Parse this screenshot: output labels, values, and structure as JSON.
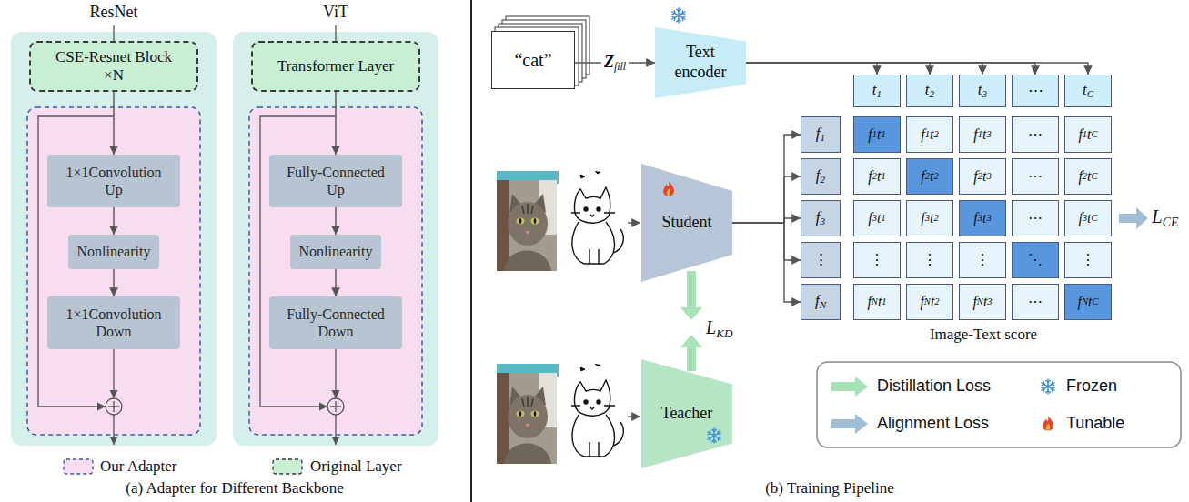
{
  "diagram": {
    "nodes": [
      {
        "text": [
          "ResNet"
        ]
      },
      {
        "text": [
          "CSE-Resnet Block ×N"
        ],
        "in": 0
      },
      {
        "text": [
          "1×1Convolution Up"
        ],
        "in": 0
      },
      {
        "text": [
          "Nonlinearity"
        ],
        "in": 0
      },
      {
        "text": [
          "1×1Convolution Down"
        ],
        "in": 0
      },
      {
        "text": [
          "ViT"
        ]
      },
      {
        "text": [
          "Transformer Layer"
        ],
        "in": 5
      },
      {
        "text": [
          "Fully-Connected Up"
        ],
        "in": 5
      },
      {
        "text": [
          "Nonlinearity"
        ],
        "in": 5
      },
      {
        "text": [
          "Fully-Connected Down"
        ],
        "in": 5
      },
      {
        "text": [
          "“cat”"
        ]
      },
      {
        "text": [
          "Text encoder"
        ]
      },
      {
        "text": [
          "t1"
        ]
      },
      {
        "text": [
          "t2"
        ]
      },
      {
        "text": [
          "t3"
        ]
      },
      {
        "text": [
          "⋯"
        ]
      },
      {
        "text": [
          "tC"
        ]
      },
      {
        "text": [
          "Student"
        ]
      },
      {
        "text": [
          "f1"
        ]
      },
      {
        "text": [
          "f2"
        ]
      },
      {
        "text": [
          "f3"
        ]
      },
      {
        "text": [
          "⋮"
        ]
      },
      {
        "text": [
          "fN"
        ]
      },
      {
        "text": [
          "Teacher"
        ]
      }
    ],
    "edges": [
      {
        "from": 1,
        "to": 2,
        "arrow": "to"
      },
      {
        "from": 2,
        "to": 3,
        "arrow": "to"
      },
      {
        "from": 3,
        "to": 4,
        "arrow": "to"
      },
      {
        "from": 6,
        "to": 7,
        "arrow": "to"
      },
      {
        "from": 7,
        "to": 8,
        "arrow": "to"
      },
      {
        "from": 8,
        "to": 9,
        "arrow": "to"
      },
      {
        "from": 10,
        "to": 11,
        "arrow": "to",
        "label": "Zfill"
      },
      {
        "from": 11,
        "to": 12,
        "arrow": "to"
      },
      {
        "from": 11,
        "to": 13,
        "arrow": "to"
      },
      {
        "from": 11,
        "to": 14,
        "arrow": "to"
      },
      {
        "from": 11,
        "to": 15,
        "arrow": "to"
      },
      {
        "from": 11,
        "to": 16,
        "arrow": "to"
      },
      {
        "from": 17,
        "to": 18,
        "arrow": "to"
      },
      {
        "from": 17,
        "to": 19,
        "arrow": "to"
      },
      {
        "from": 17,
        "to": 20,
        "arrow": "to"
      },
      {
        "from": 17,
        "to": 21,
        "arrow": "to"
      },
      {
        "from": 17,
        "to": 22,
        "arrow": "to"
      }
    ],
    "labels": [
      "(a) Adapter for Different Backbone",
      "(b) Training Pipeline",
      "LKD",
      "Image-Text score",
      "LCE",
      "f1t1",
      "f1t2",
      "f1t3",
      "⋯",
      "f1tC",
      "f2t1",
      "f2t2",
      "f2t3",
      "⋯",
      "f2tC",
      "f3t1",
      "f3t2",
      "f3t3",
      "⋯",
      "f3tC",
      "⋮",
      "⋮",
      "⋮",
      "⋱",
      "⋮",
      "fNt1",
      "fNt2",
      "fNt3",
      "⋯",
      "fNtC"
    ],
    "legend": [
      {
        "text": "Our Adapter"
      },
      {
        "text": "Original Layer"
      },
      {
        "text": "Distillation Loss"
      },
      {
        "text": "Frozen"
      },
      {
        "text": "Alignment Loss"
      },
      {
        "text": "Tunable"
      }
    ]
  }
}
